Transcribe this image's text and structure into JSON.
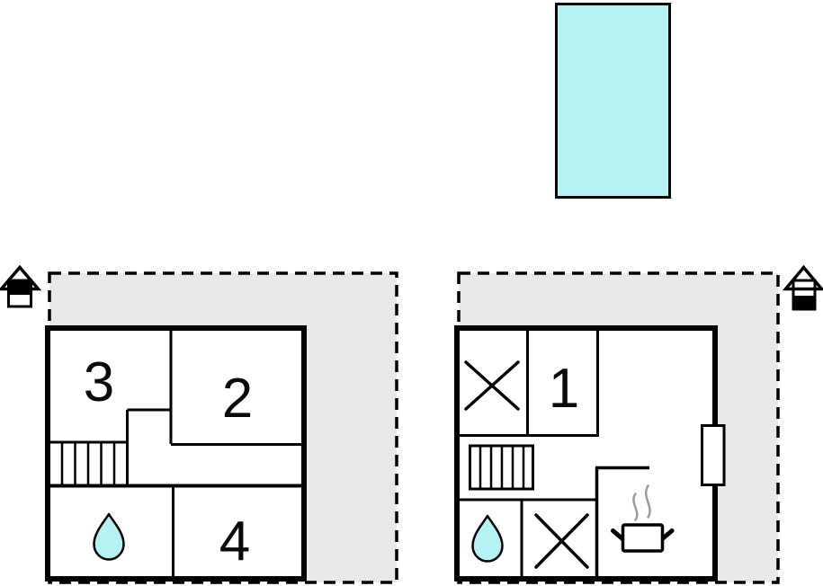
{
  "colors": {
    "background": "#ffffff",
    "wall": "#000000",
    "plot_fill": "#e8e8e8",
    "water_fill": "#b4f2f4",
    "door_fill": "#ffffff",
    "steam": "#9b9b9b"
  },
  "pool": {
    "icon": "swimming-pool"
  },
  "upper_floor": {
    "indicator_icon": "house-upper-floor-icon",
    "room_labels": {
      "room3": "3",
      "room2": "2",
      "room4": "4"
    },
    "icons": [
      "staircase-icon",
      "water-drop-icon"
    ]
  },
  "ground_floor": {
    "indicator_icon": "house-ground-floor-icon",
    "room_labels": {
      "room1": "1"
    },
    "icons": [
      "staircase-icon",
      "water-drop-icon",
      "bed-cross-icon",
      "bed-cross-icon",
      "cooking-pot-icon",
      "terrace-door-icon"
    ]
  }
}
